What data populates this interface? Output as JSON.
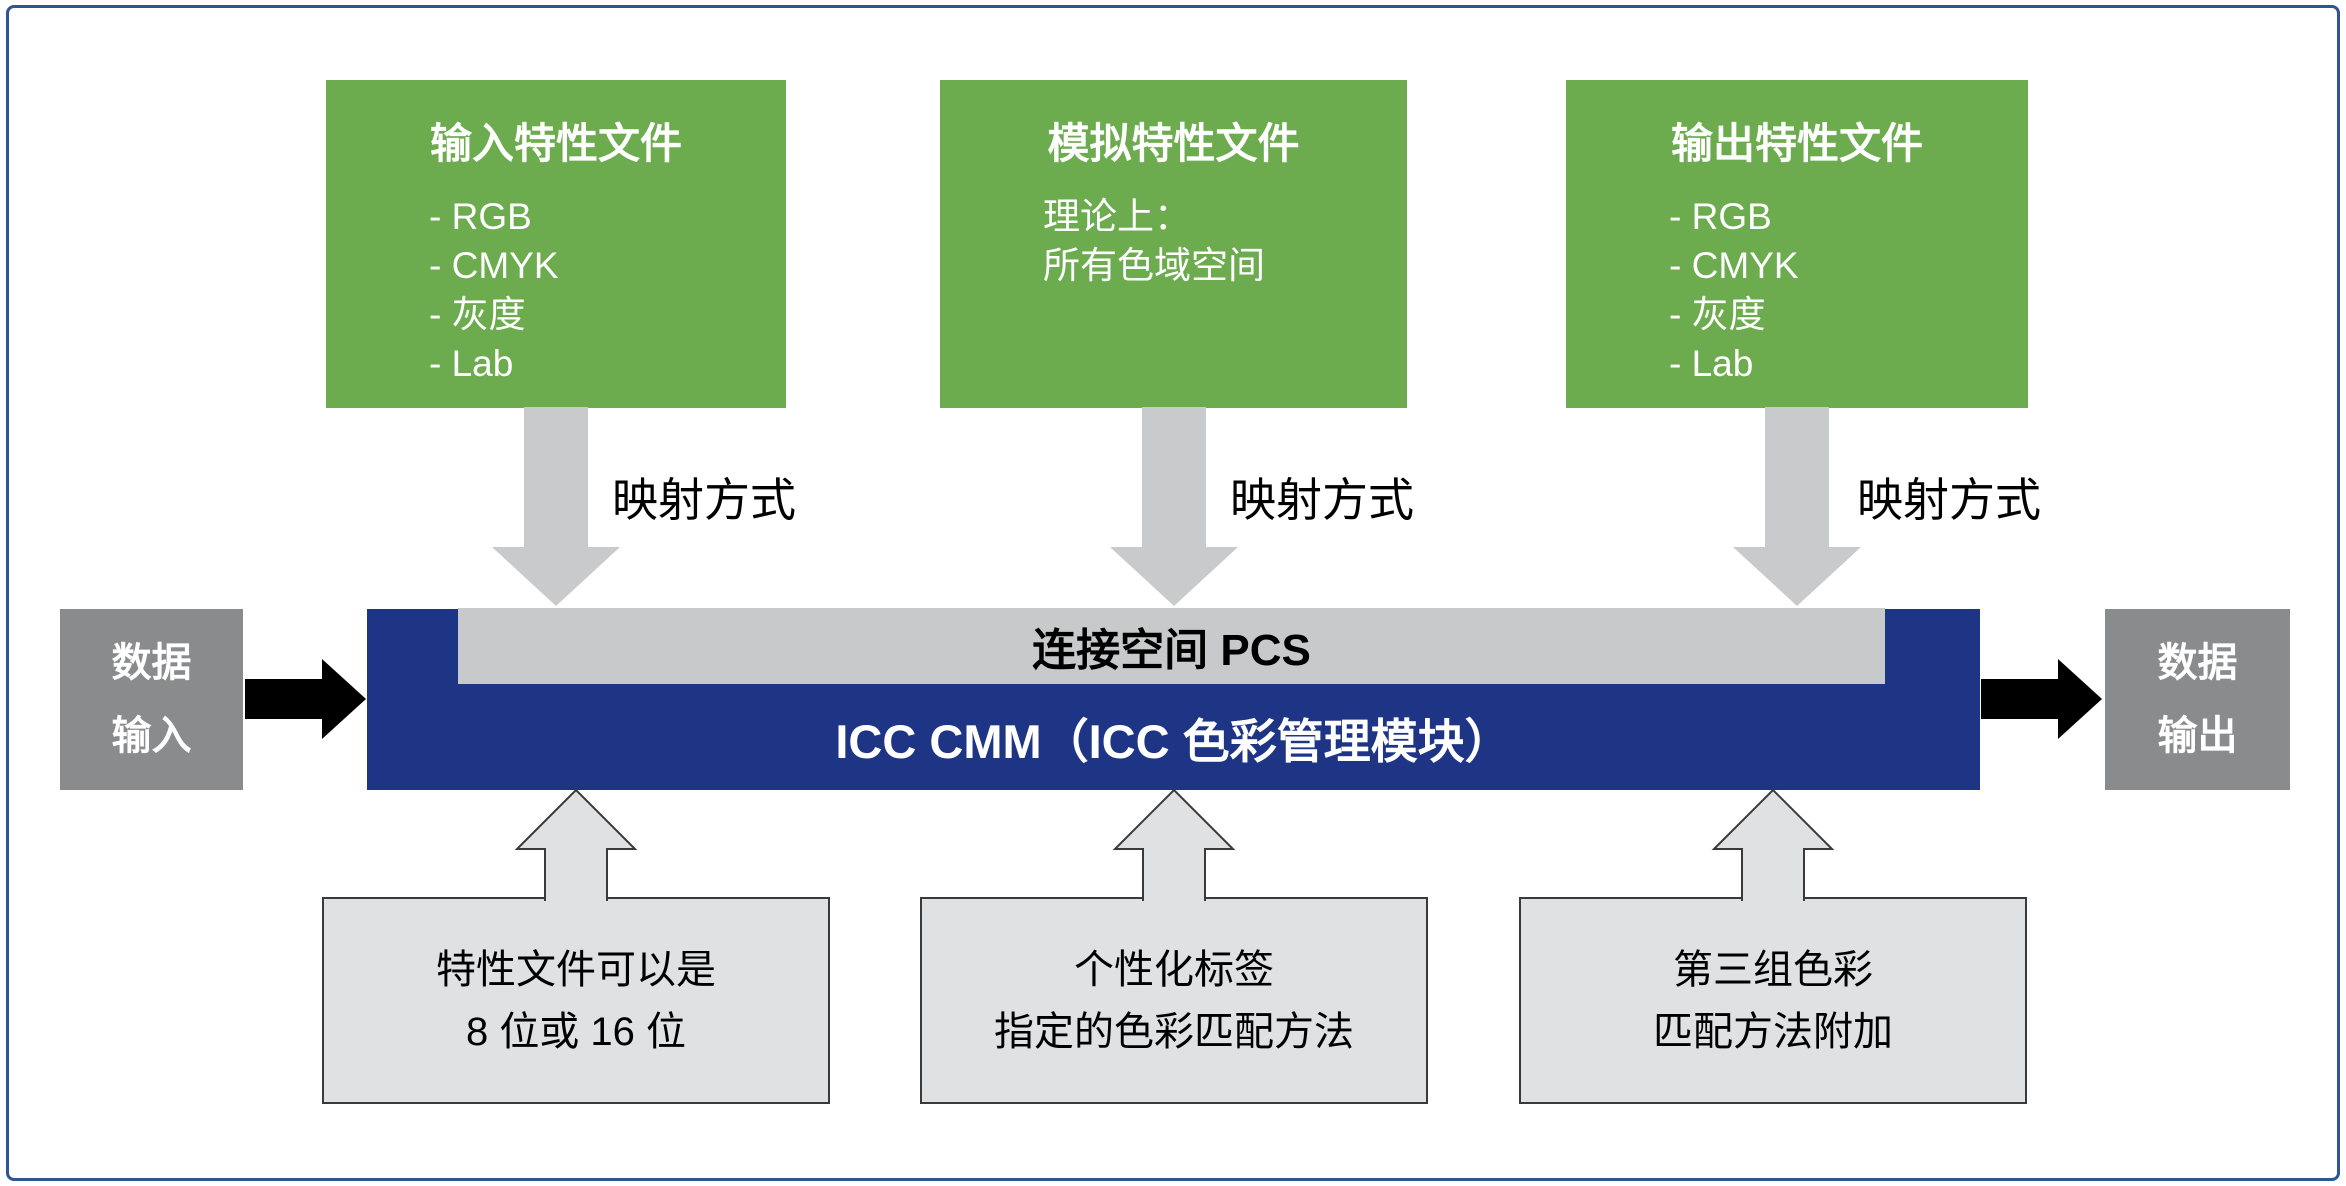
{
  "colors": {
    "frame_border": "#2F5597",
    "profile_box_green": "#6CAC4E",
    "down_arrow_gray": "#C9CACB",
    "pcs_bar_gray": "#C8C9CA",
    "cmm_bar_blue": "#1E3585",
    "data_box_gray": "#8A8B8C",
    "note_box_fill": "#E0E1E3",
    "note_box_border": "#3A3A3A",
    "black_arrow": "#000000"
  },
  "profiles": [
    {
      "title": "输入特性文件",
      "lines": [
        "- RGB",
        "- CMYK",
        "- 灰度",
        "- Lab"
      ]
    },
    {
      "title": "模拟特性文件",
      "lines": [
        "理论上：",
        "所有色域空间"
      ]
    },
    {
      "title": "输出特性文件",
      "lines": [
        "- RGB",
        "- CMYK",
        "- 灰度",
        "- Lab"
      ]
    }
  ],
  "mapping_labels": [
    "映射方式",
    "映射方式",
    "映射方式"
  ],
  "pcs_label": "连接空间 PCS",
  "cmm_label": "ICC CMM（ICC 色彩管理模块）",
  "data_input": {
    "lines": [
      "数据",
      "输入"
    ]
  },
  "data_output": {
    "lines": [
      "数据",
      "输出"
    ]
  },
  "notes": [
    {
      "lines": [
        "特性文件可以是",
        "8 位或 16 位"
      ]
    },
    {
      "lines": [
        "个性化标签",
        "指定的色彩匹配方法"
      ]
    },
    {
      "lines": [
        "第三组色彩",
        "匹配方法附加"
      ]
    }
  ]
}
